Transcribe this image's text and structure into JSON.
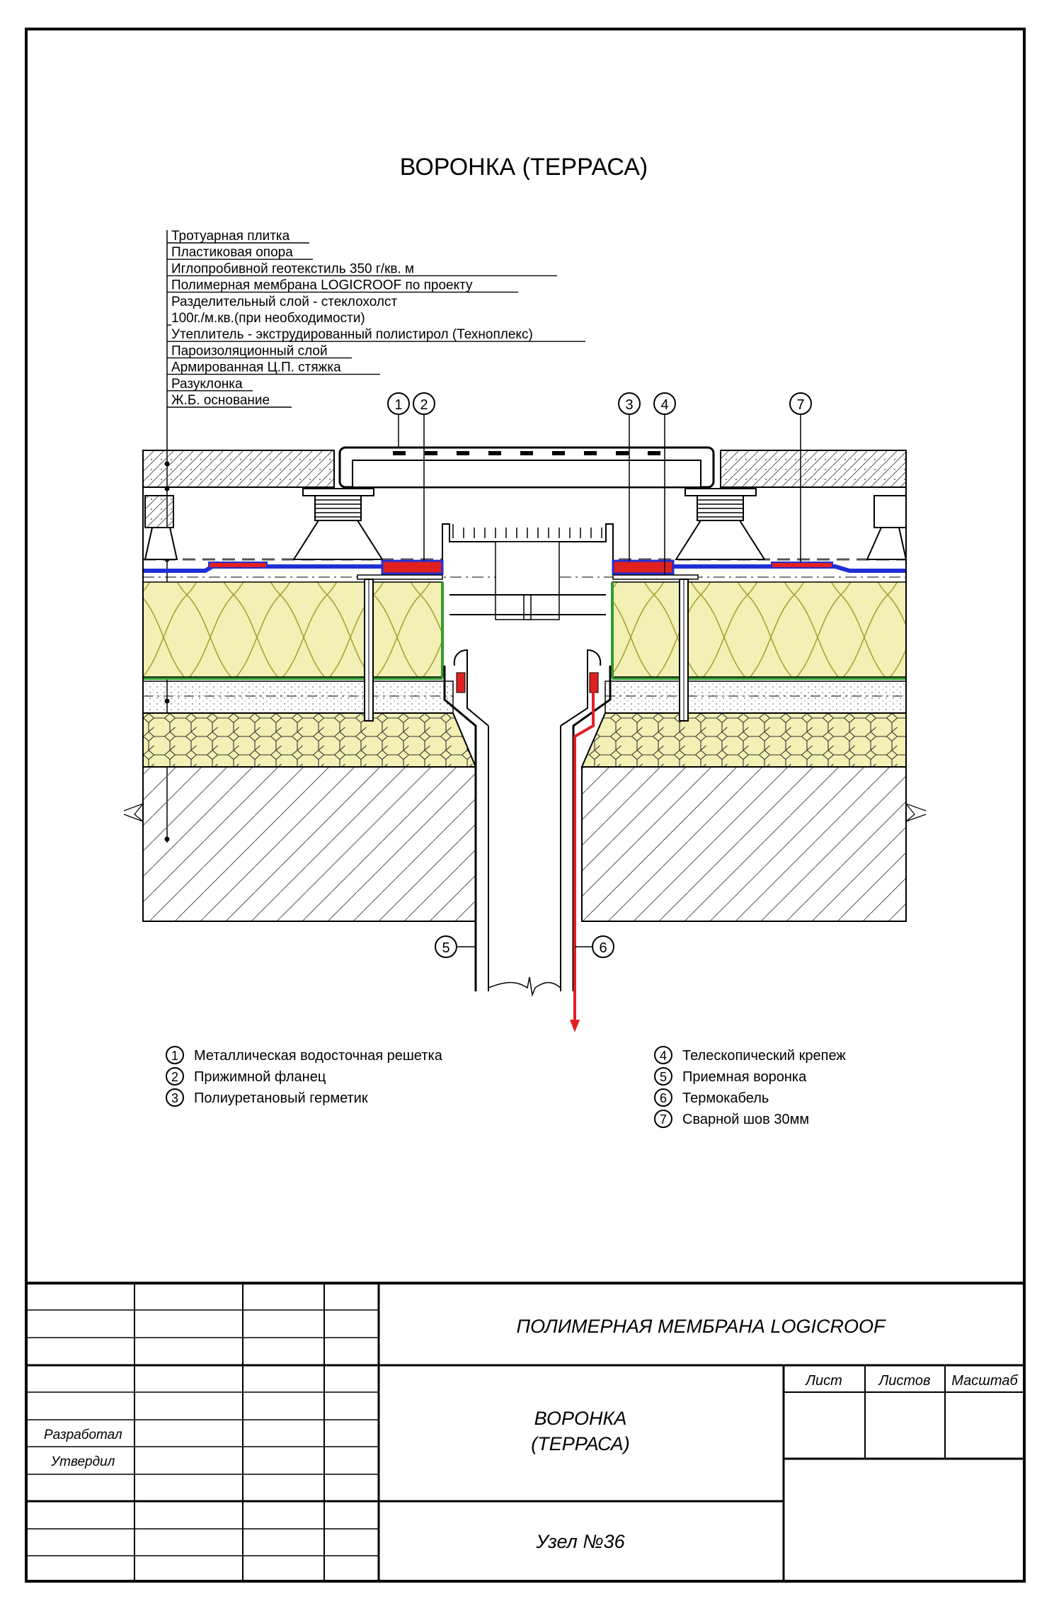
{
  "title": "ВОРОНКА (ТЕРРАСА)",
  "layers": [
    "Тротуарная плитка",
    "Пластиковая опора",
    "Иглопробивной геотекстиль 350 г/кв. м",
    "Полимерная мембрана LOGICROOF по проекту",
    "Разделительный слой - стеклохолст",
    "100г./м.кв.(при необходимости)",
    "Утеплитель - экструдированный полистирол (Техноплекс)",
    "Пароизоляционный слой",
    "Армированная Ц.П. стяжка",
    "Разуклонка",
    "Ж.Б. основание"
  ],
  "markers": [
    "1",
    "2",
    "3",
    "4",
    "5",
    "6",
    "7"
  ],
  "legend_left": [
    {
      "num": "1",
      "text": "Металлическая водосточная решетка"
    },
    {
      "num": "2",
      "text": "Прижимной фланец"
    },
    {
      "num": "3",
      "text": "Полиуретановый герметик"
    }
  ],
  "legend_right": [
    {
      "num": "4",
      "text": "Телескопический крепеж"
    },
    {
      "num": "5",
      "text": "Приемная воронка"
    },
    {
      "num": "6",
      "text": "Термокабель"
    },
    {
      "num": "7",
      "text": "Сварной шов 30мм"
    }
  ],
  "stamp": {
    "project": "ПОЛИМЕРНАЯ МЕМБРАНА LOGICROOF",
    "name_line1": "ВОРОНКА",
    "name_line2": "(ТЕРРАСА)",
    "node": "Узел №36",
    "sheet_label": "Лист",
    "sheets_label": "Листов",
    "scale_label": "Масштаб",
    "developed_label": "Разработал",
    "approved_label": "Утвердил"
  },
  "colors": {
    "membrane": "#1f2fd6",
    "weld": "#e02020",
    "insulation": "#f2f0b4",
    "insulation_line": "#a8a233",
    "vapor": "#2f9d2f",
    "cable": "#e02020"
  }
}
